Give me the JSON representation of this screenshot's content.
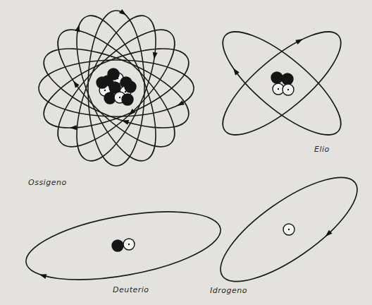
{
  "diagram": {
    "labels": [
      "Ossigeno",
      "Elio",
      "Deuterio",
      "Idrogeno"
    ]
  }
}
